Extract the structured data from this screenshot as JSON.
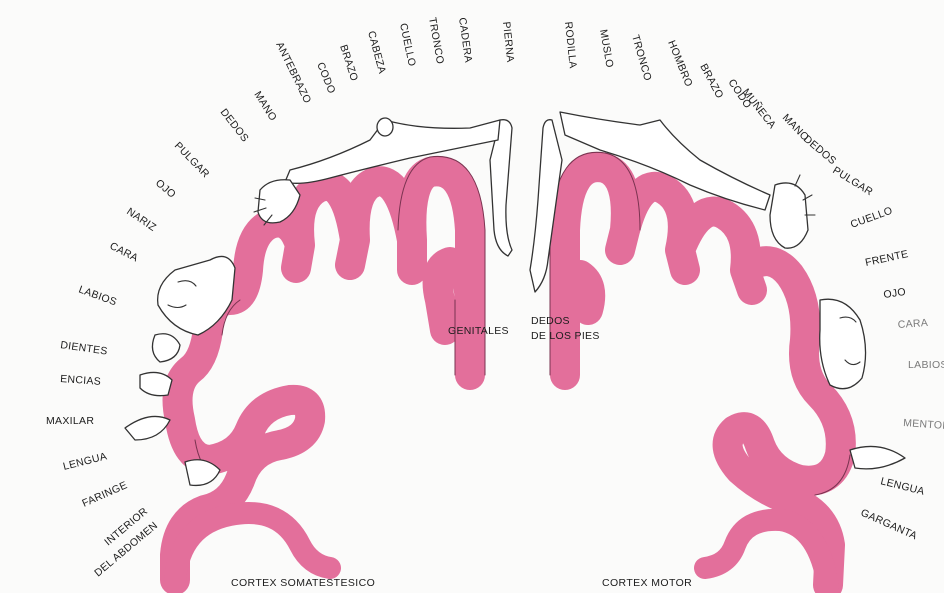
{
  "sensory_labels": [
    "PIERNA",
    "CADERA",
    "TRONCO",
    "CUELLO",
    "CABEZA",
    "BRAZO",
    "CODO",
    "ANTEBRAZO",
    "MANO",
    "DEDOS",
    "PULGAR",
    "OJO",
    "NARIZ",
    "CARA",
    "LABIOS",
    "DIENTES",
    "ENCIAS",
    "MAXILAR",
    "LENGUA",
    "FARINGE",
    "INTERIOR",
    "DEL ABDOMEN"
  ],
  "motor_labels": [
    "RODILLA",
    "MUSLO",
    "TRONCO",
    "HOMBRO",
    "BRAZO",
    "CODO",
    "MUÑECA",
    "MANO",
    "DEDOS",
    "PULGAR",
    "CUELLO",
    "FRENTE",
    "OJO",
    "CARA",
    "LABIOS",
    "MENTON",
    "LENGUA",
    "GARGANTA"
  ],
  "inner_labels": {
    "genitales": "GENITALES",
    "toes_line1": "DEDOS",
    "toes_line2": "DE LOS PIES"
  },
  "captions": {
    "left": "CORTEX SOMATESTESICO",
    "right": "CORTEX MOTOR"
  },
  "colors": {
    "cortex": "#e36f9b",
    "outline": "#333333",
    "text": "#1c1c1c"
  }
}
